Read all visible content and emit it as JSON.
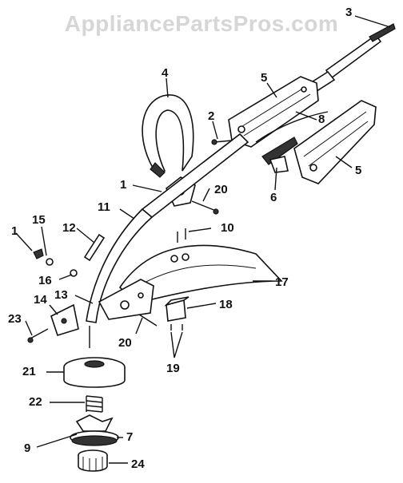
{
  "watermark": "AppliancePartsPros.com",
  "callouts": {
    "c1a": "1",
    "c1b": "1",
    "c2": "2",
    "c3": "3",
    "c4": "4",
    "c5a": "5",
    "c5b": "5",
    "c6": "6",
    "c7": "7",
    "c8": "8",
    "c9": "9",
    "c10": "10",
    "c11": "11",
    "c12": "12",
    "c13": "13",
    "c14": "14",
    "c15": "15",
    "c16": "16",
    "c17": "17",
    "c18": "18",
    "c19": "19",
    "c20a": "20",
    "c20b": "20",
    "c21": "21",
    "c22": "22",
    "c23": "23",
    "c24": "24"
  }
}
